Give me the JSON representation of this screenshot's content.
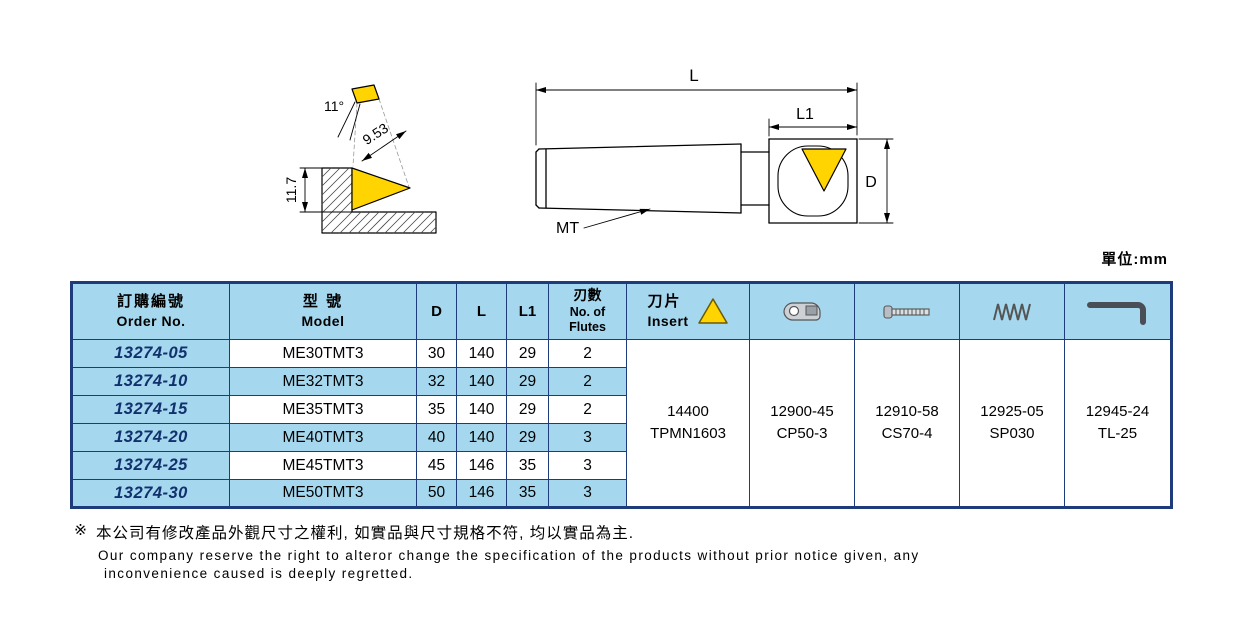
{
  "unit_label": "單位:mm",
  "drawing": {
    "angle_label": "11°",
    "edge_length": "9.53",
    "insert_height": "11.7",
    "overall_length": "L",
    "head_length": "L1",
    "diameter": "D",
    "taper": "MT"
  },
  "table": {
    "headers": {
      "order_no_zh": "訂購編號",
      "order_no_en": "Order No.",
      "model_zh": "型 號",
      "model_en": "Model",
      "d": "D",
      "l": "L",
      "l1": "L1",
      "flutes_zh": "刃數",
      "flutes_en1": "No. of",
      "flutes_en2": "Flutes",
      "insert_zh": "刀片",
      "insert_en": "Insert"
    },
    "rows": [
      {
        "order": "13274-05",
        "model": "ME30TMT3",
        "d": "30",
        "l": "140",
        "l1": "29",
        "flutes": "2"
      },
      {
        "order": "13274-10",
        "model": "ME32TMT3",
        "d": "32",
        "l": "140",
        "l1": "29",
        "flutes": "2"
      },
      {
        "order": "13274-15",
        "model": "ME35TMT3",
        "d": "35",
        "l": "140",
        "l1": "29",
        "flutes": "2"
      },
      {
        "order": "13274-20",
        "model": "ME40TMT3",
        "d": "40",
        "l": "140",
        "l1": "29",
        "flutes": "3"
      },
      {
        "order": "13274-25",
        "model": "ME45TMT3",
        "d": "45",
        "l": "146",
        "l1": "35",
        "flutes": "3"
      },
      {
        "order": "13274-30",
        "model": "ME50TMT3",
        "d": "50",
        "l": "146",
        "l1": "35",
        "flutes": "3"
      }
    ],
    "accessories": [
      {
        "code": "14400",
        "name": "TPMN1603"
      },
      {
        "code": "12900-45",
        "name": "CP50-3"
      },
      {
        "code": "12910-58",
        "name": "CS70-4"
      },
      {
        "code": "12925-05",
        "name": "SP030"
      },
      {
        "code": "12945-24",
        "name": "TL-25"
      }
    ]
  },
  "footer": {
    "mark": "※",
    "zh": "本公司有修改產品外觀尺寸之權利, 如實品與尺寸規格不符, 均以實品為主.",
    "en_line1": "Our company reserve the right to alteror change the specification of the products without prior notice given, any",
    "en_line2": "inconvenience caused is deeply regretted."
  },
  "icons": {
    "insert": "triangle-insert-icon",
    "clamp": "clamp-icon",
    "screw": "screw-icon",
    "spring": "spring-icon",
    "wrench": "l-wrench-icon"
  },
  "colors": {
    "header_bg": "#a5d8ee",
    "row_stripe_bg": "#a5d8ee",
    "table_border": "#1e3c7b",
    "order_text": "#12306d",
    "insert_yellow": "#ffd400"
  }
}
